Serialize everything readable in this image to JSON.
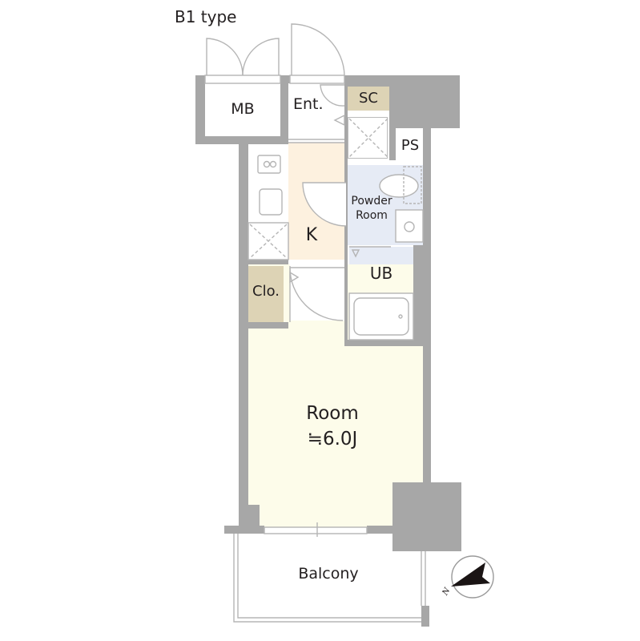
{
  "title": "B1 type",
  "rooms": {
    "mb": "MB",
    "entrance": "Ent.",
    "shoe_closet": "SC",
    "pipe_space": "PS",
    "powder_room_line1": "Powder",
    "powder_room_line2": "Room",
    "kitchen": "K",
    "unit_bath": "UB",
    "closet": "Clo.",
    "room_name": "Room",
    "room_size": "≒6.0J",
    "balcony": "Balcony"
  },
  "compass": {
    "north_label": "N",
    "icon": "north-arrow-icon"
  },
  "colors": {
    "wall": "#a7a7a7",
    "kitchen_floor": "#fdf1df",
    "room_floor": "#fdfcea",
    "wet_area": "#e6ebf5",
    "storage": "#ddd3b5",
    "line": "#b5b5b5"
  }
}
